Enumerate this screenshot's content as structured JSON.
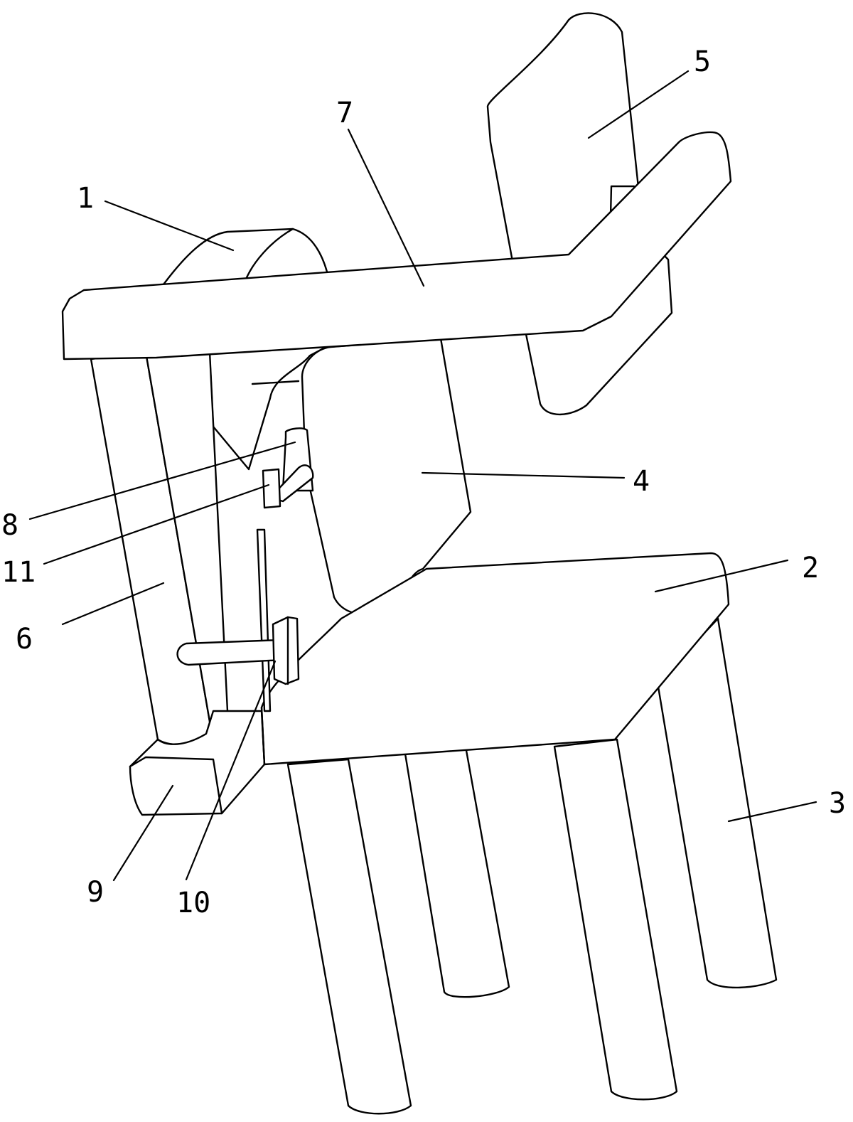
{
  "figure": {
    "callouts": [
      {
        "id": "1",
        "text": "1"
      },
      {
        "id": "2",
        "text": "2"
      },
      {
        "id": "3",
        "text": "3"
      },
      {
        "id": "4",
        "text": "4"
      },
      {
        "id": "5",
        "text": "5"
      },
      {
        "id": "6",
        "text": "6"
      },
      {
        "id": "7",
        "text": "7"
      },
      {
        "id": "8",
        "text": "8"
      },
      {
        "id": "9",
        "text": "9"
      },
      {
        "id": "10",
        "text": "10"
      },
      {
        "id": "11",
        "text": "11"
      }
    ]
  },
  "colors": {
    "line": "#000000",
    "background": "#ffffff"
  }
}
